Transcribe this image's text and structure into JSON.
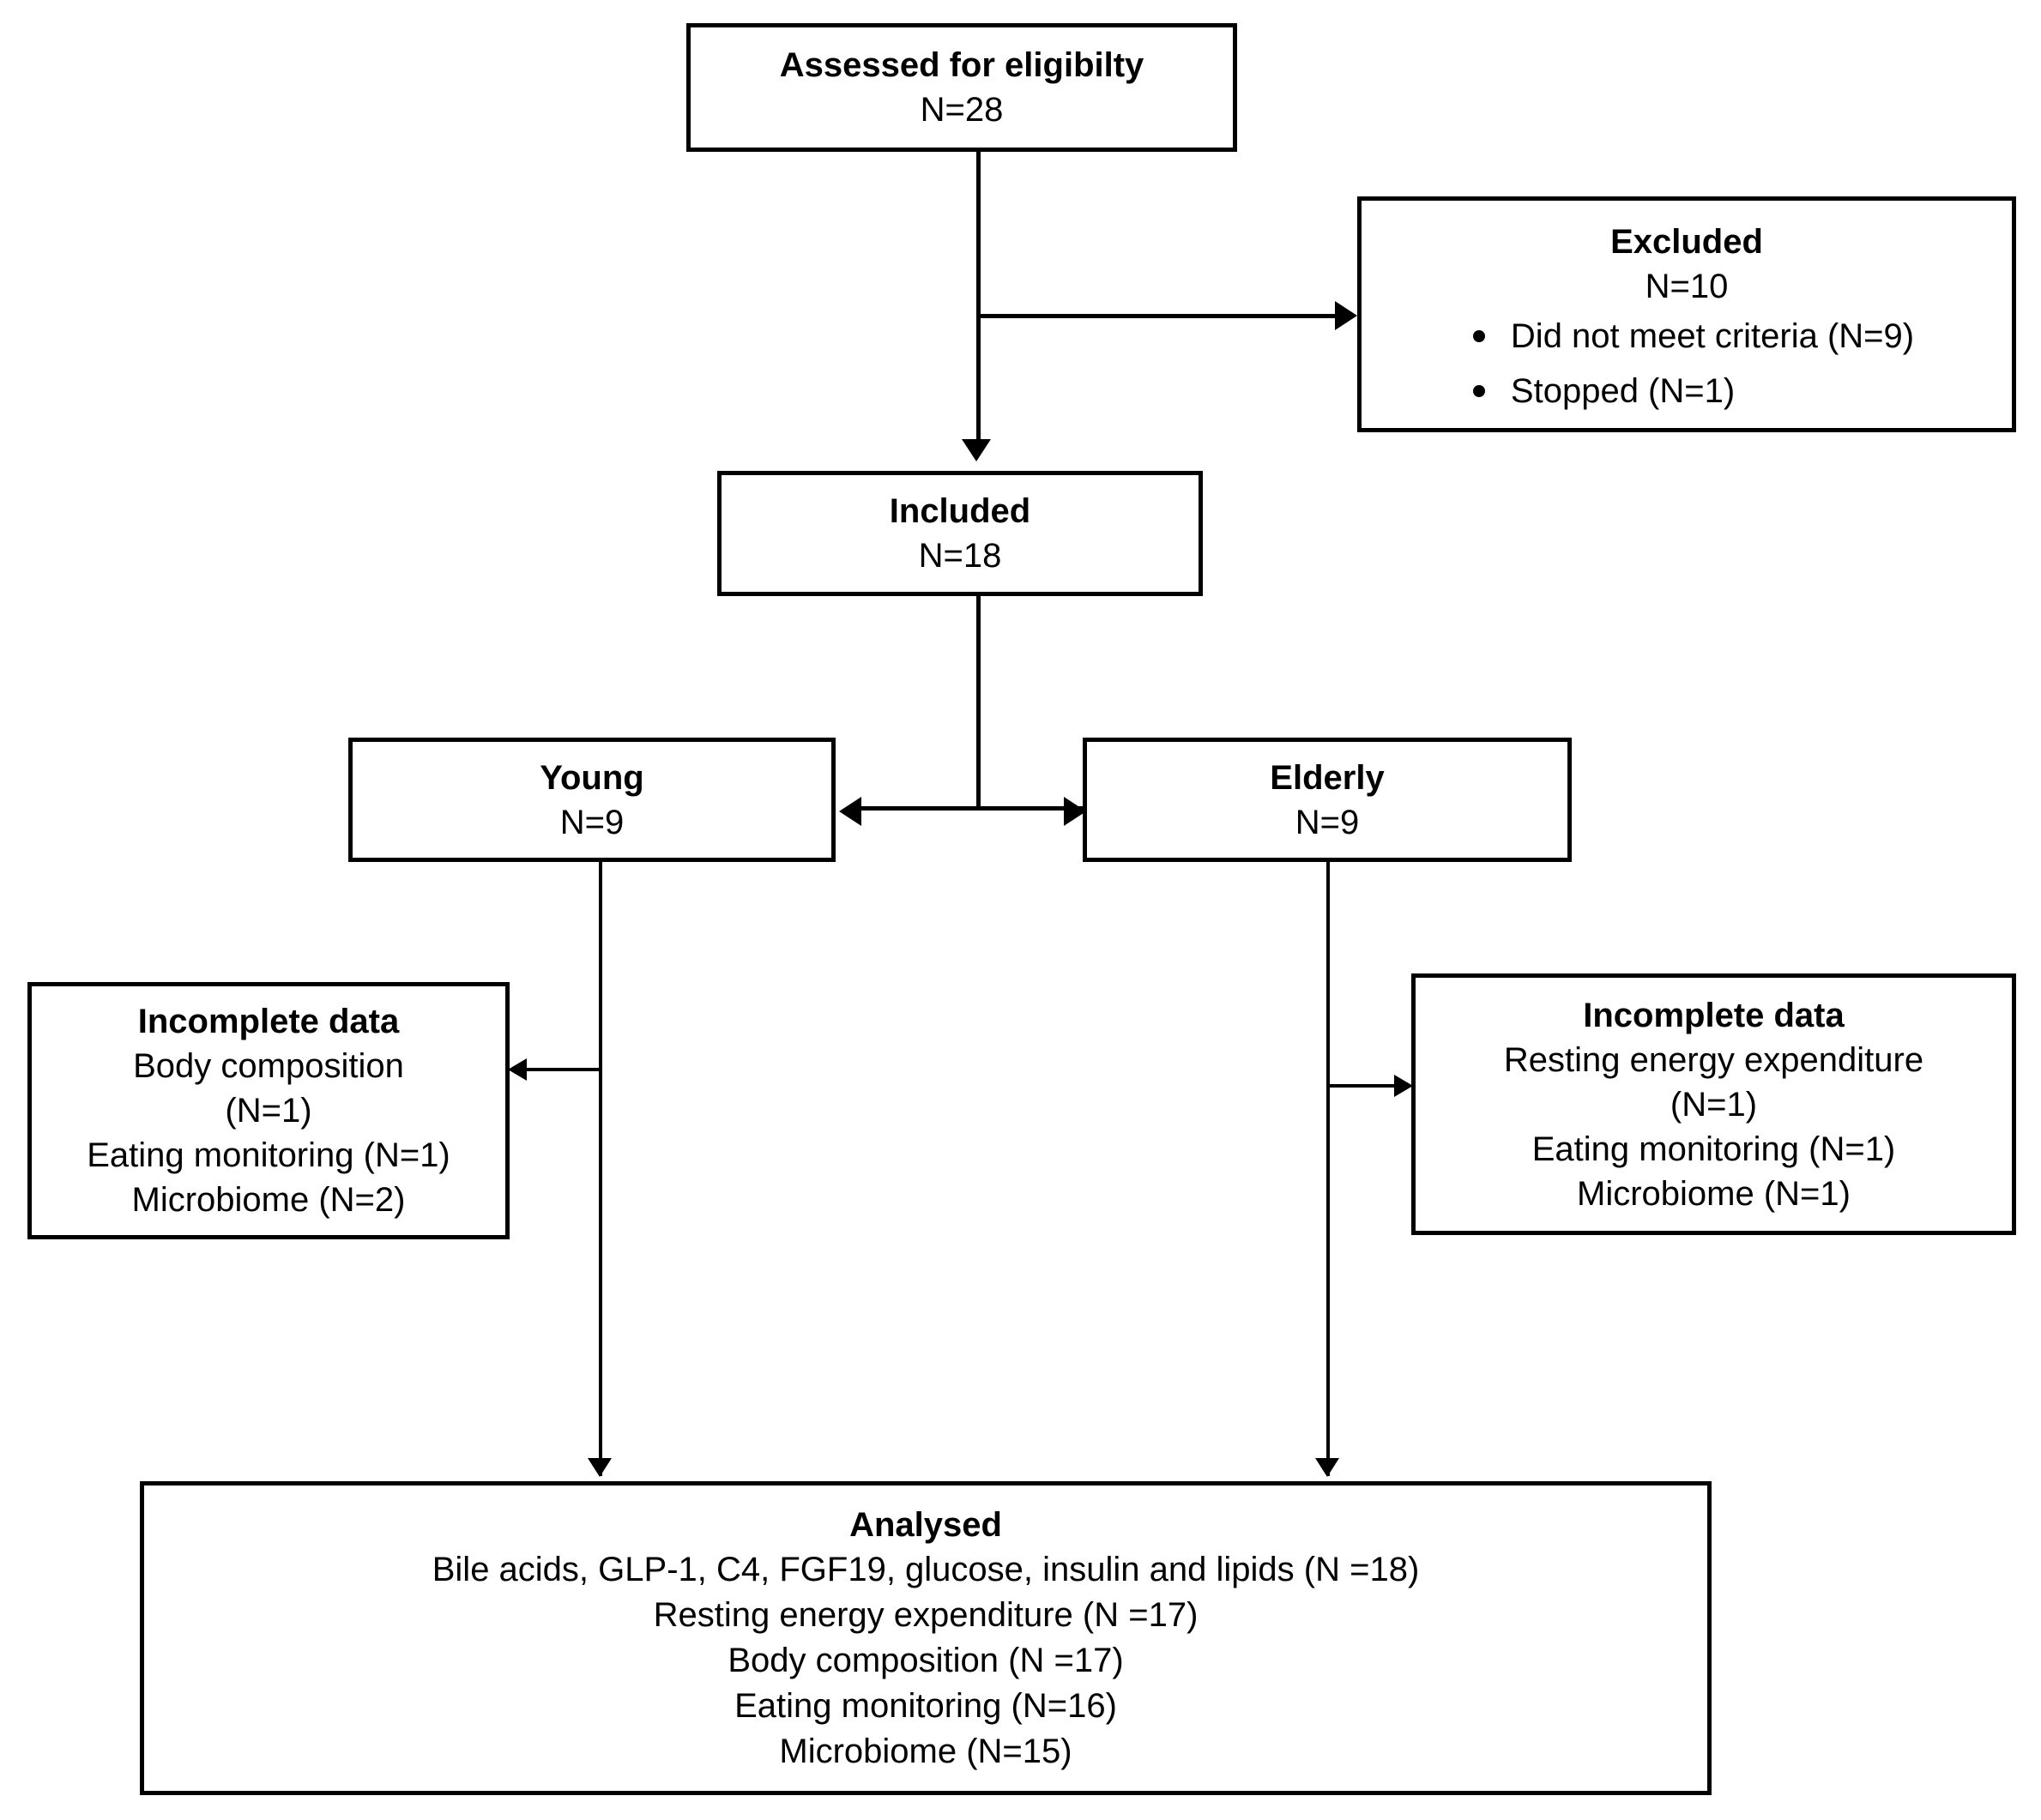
{
  "diagram": {
    "type": "consort-flow-diagram",
    "boxes": {
      "assessed": {
        "title": "Assessed for eligibilty",
        "count": "N=28"
      },
      "excluded": {
        "title": "Excluded",
        "count": "N=10",
        "reasons": [
          "Did not meet criteria (N=9)",
          "Stopped (N=1)"
        ]
      },
      "included": {
        "title": "Included",
        "count": "N=18"
      },
      "young": {
        "title": "Young",
        "count": "N=9"
      },
      "elderly": {
        "title": "Elderly",
        "count": "N=9"
      },
      "incomplete_young": {
        "title": "Incomplete data",
        "lines": [
          "Body composition",
          "(N=1)",
          "Eating monitoring (N=1)",
          "Microbiome (N=2)"
        ]
      },
      "incomplete_elderly": {
        "title": "Incomplete data",
        "lines": [
          "Resting energy expenditure",
          "(N=1)",
          "Eating monitoring (N=1)",
          "Microbiome (N=1)"
        ]
      },
      "analysed": {
        "title": "Analysed",
        "lines": [
          "Bile acids, GLP-1, C4, FGF19, glucose, insulin and lipids (N =18)",
          "Resting energy expenditure (N =17)",
          "Body composition (N =17)",
          "Eating monitoring (N=16)",
          "Microbiome (N=15)"
        ]
      }
    },
    "colors": {
      "stroke": "#000000",
      "background": "#ffffff",
      "text": "#000000"
    }
  }
}
